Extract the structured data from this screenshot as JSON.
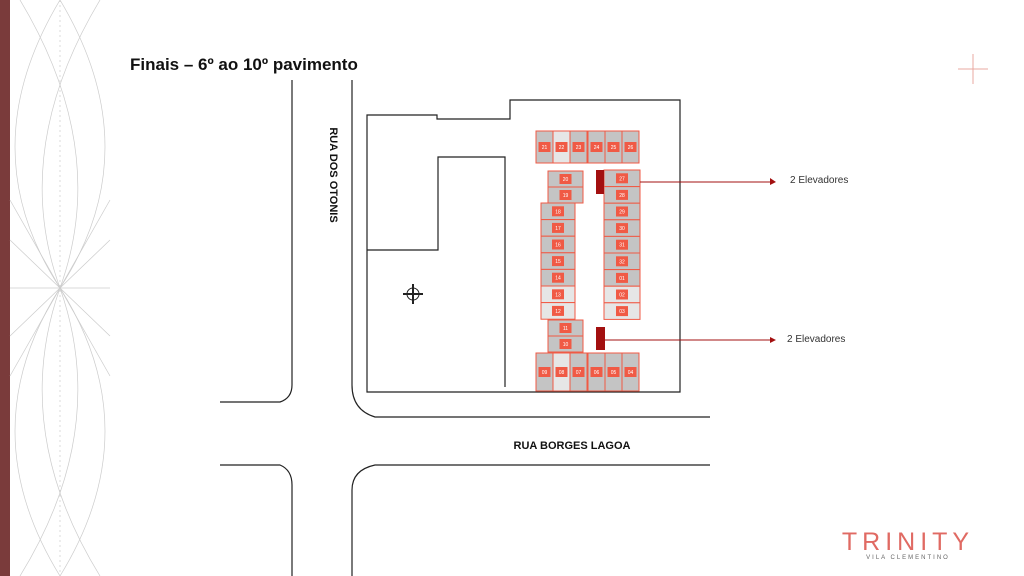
{
  "title": "Finais – 6º ao 10º pavimento",
  "streets": {
    "left": "RUA DOS OTONIS",
    "bottom": "RUA BORGES LAGOA"
  },
  "elevators": [
    {
      "label": "2 Elevadores"
    },
    {
      "label": "2 Elevadores"
    }
  ],
  "units": {
    "top": [
      "21",
      "22",
      "23",
      "24",
      "25",
      "26"
    ],
    "upper_left": [
      "20",
      "19"
    ],
    "left": [
      "18",
      "17",
      "16",
      "15",
      "14",
      "13",
      "12"
    ],
    "lower_left": [
      "11",
      "10"
    ],
    "bottom": [
      "09",
      "08",
      "07",
      "06",
      "05",
      "04"
    ],
    "right": [
      "27",
      "28",
      "29",
      "30",
      "31",
      "32",
      "01",
      "02",
      "03"
    ]
  },
  "logo": {
    "name": "TRINITY",
    "sub": "VILA CLEMENTINO"
  },
  "colors": {
    "accent": "#f05a45",
    "elevator": "#a31010",
    "brand": "#e06a63",
    "strip": "#7a3b3b"
  }
}
